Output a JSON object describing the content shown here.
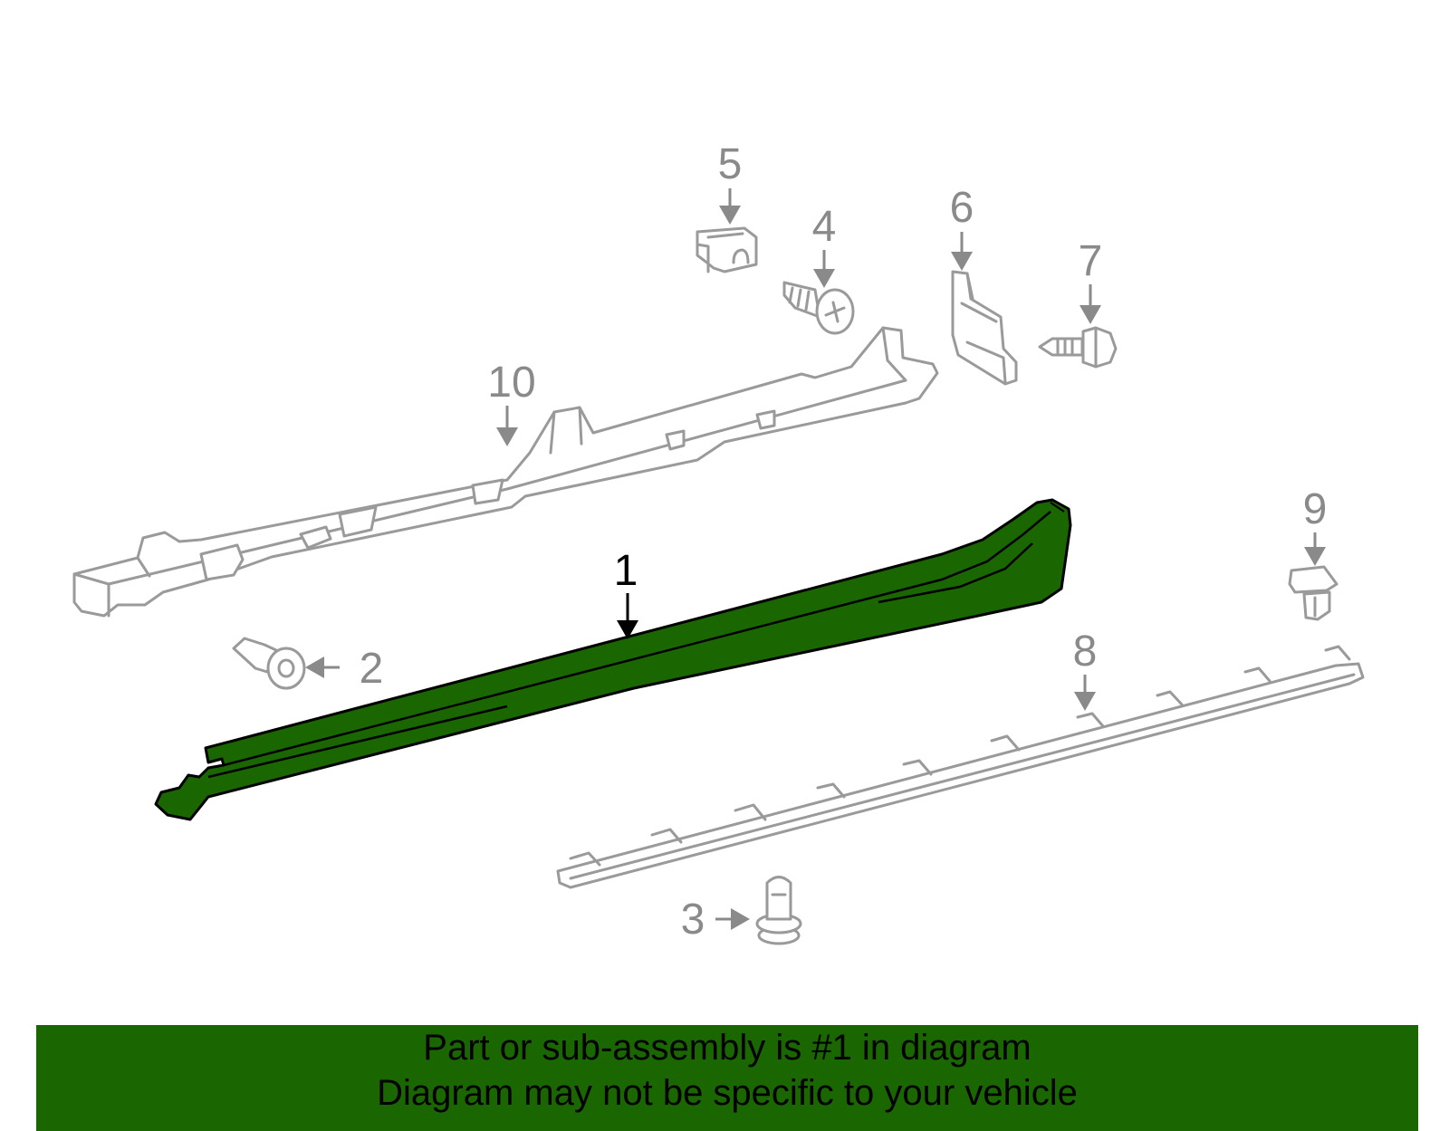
{
  "colors": {
    "highlight": "#1a6600",
    "banner": "#1a6600",
    "parts_gray": "#9a9a9a"
  },
  "callouts": {
    "c1": "1",
    "c2": "2",
    "c3": "3",
    "c4": "4",
    "c5": "5",
    "c6": "6",
    "c7": "7",
    "c8": "8",
    "c9": "9",
    "c10": "10"
  },
  "banner": {
    "line1": "Part or sub-assembly is #1 in diagram",
    "line2": "Diagram may not be specific to your vehicle"
  }
}
